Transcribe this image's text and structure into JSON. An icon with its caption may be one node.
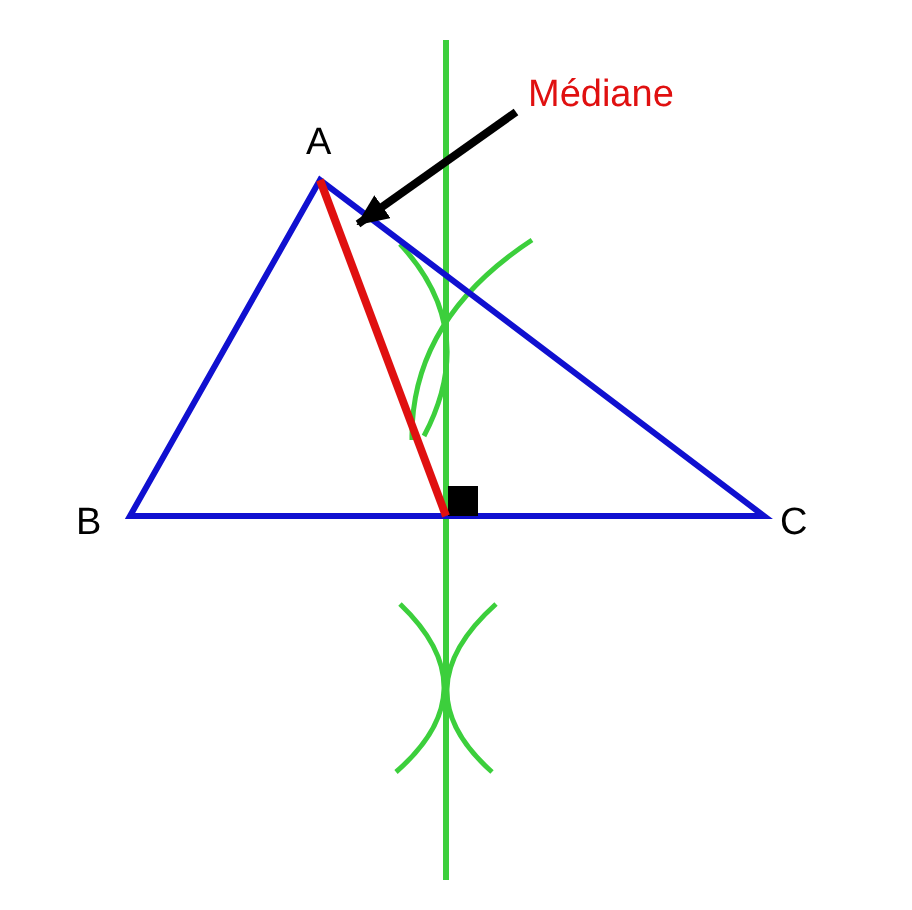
{
  "diagram": {
    "nodes": [
      {
        "text": [
          "Médiane"
        ]
      },
      {
        "text": [],
        "shape": "line"
      }
    ],
    "edges": [
      {
        "from": 0,
        "to": 1,
        "arrow": "to"
      }
    ],
    "labels": [
      "A",
      "B",
      "C"
    ]
  }
}
